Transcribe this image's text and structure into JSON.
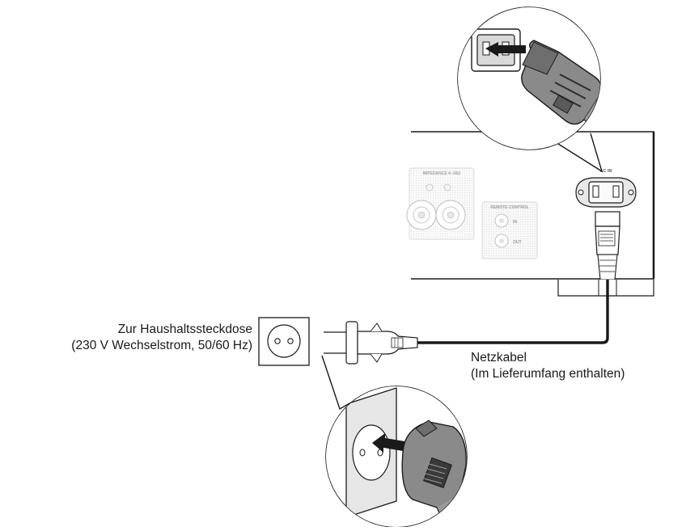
{
  "outlet_label": {
    "line1": "Zur Haushaltssteckdose",
    "line2": "(230 V Wechselstrom, 50/60 Hz)"
  },
  "cable_label": {
    "line1": "Netzkabel",
    "line2": "(Im Lieferumfang enthalten)"
  },
  "panel": {
    "ac_in": "AC IN",
    "impedance": "IMPEDANCE 4~16Ω",
    "remote_control": "REMOTE CONTROL",
    "remote_in": "IN",
    "remote_out": "OUT"
  },
  "colors": {
    "line": "#1a1a1a",
    "faded_line": "#b5b5b5",
    "panel_fill": "#ececec",
    "plug_fill": "#8a8a8a",
    "plug_dark": "#3a3a3a"
  }
}
